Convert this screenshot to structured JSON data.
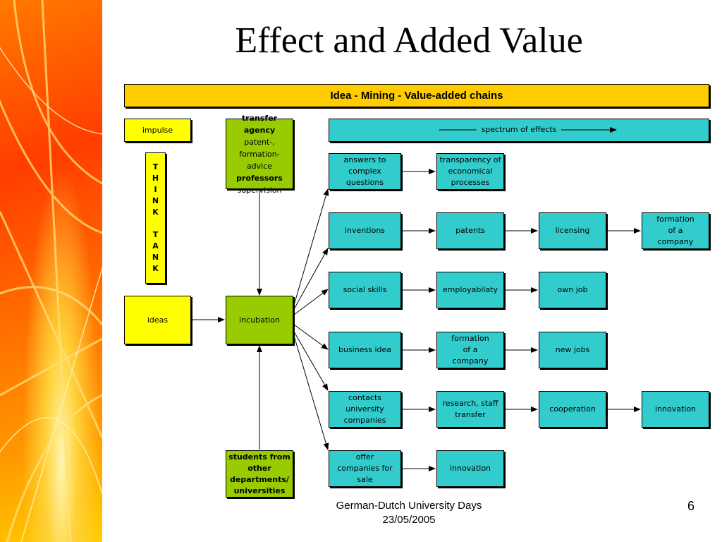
{
  "slide": {
    "title": "Effect and Added Value",
    "footer_line1": "German-Dutch University Days",
    "footer_line2": "23/05/2005",
    "page_number": "6"
  },
  "diagram": {
    "header": "Idea - Mining - Value-added chains",
    "impulse": "impulse",
    "think_tank_top": [
      "T",
      "H",
      "I",
      "N",
      "K"
    ],
    "think_tank_bottom": [
      "T",
      "A",
      "N",
      "K"
    ],
    "ideas": "ideas",
    "incubation": "incubation",
    "transfer": {
      "line1": "transfer agency",
      "line2": "patent-,",
      "line3": "formation- advice",
      "line4": "professors",
      "line5": "supervision"
    },
    "students": "students from\nother\ndepartments/\nuniversities",
    "spectrum": "spectrum of effects",
    "chains": [
      [
        "answers  to\ncomplex\nquestions",
        "transparency of\neconomical\nprocesses"
      ],
      [
        "inventions",
        "patents",
        "licensing",
        "formation\nof a\ncompany"
      ],
      [
        "social skills",
        "employabilaty",
        "own job"
      ],
      [
        "business idea",
        "formation\nof a\ncompany",
        "new jobs"
      ],
      [
        "contacts\nuniversity\ncompanies",
        "research, staff\ntransfer",
        "cooperation",
        "innovation"
      ],
      [
        "offer\ncompanies for\nsale",
        "innovation"
      ]
    ]
  },
  "colors": {
    "header_fill": "#ffcc00",
    "yellow_fill": "#ffff00",
    "green_fill": "#99cc00",
    "cyan_fill": "#33cccc"
  }
}
